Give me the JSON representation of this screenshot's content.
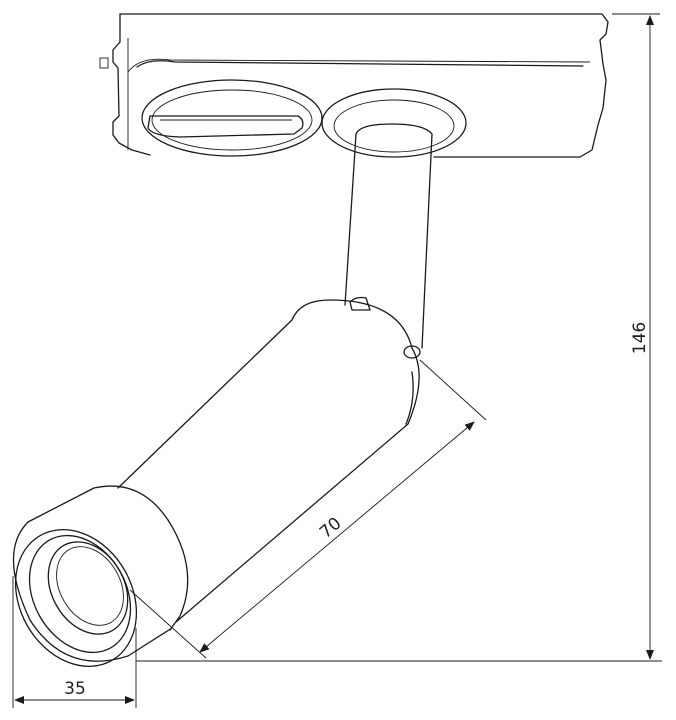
{
  "dimensions": {
    "height_total": "146",
    "lamp_length": "70",
    "head_diameter": "35"
  },
  "colors": {
    "stroke": "#1a1a1a",
    "background": "#ffffff"
  }
}
